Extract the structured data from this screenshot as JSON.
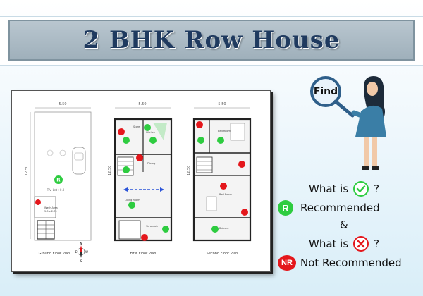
{
  "header": {
    "title": "2 BHK Row House"
  },
  "find_graphic": {
    "label": "Find"
  },
  "plans": {
    "ground": {
      "caption": "Ground Floor Plan",
      "dim_top": "5.50",
      "dim_side": "12.50",
      "center_badge": "R",
      "room_label": "T.V. Lnt : 0.0",
      "room_label2": "Wash Area",
      "room_dim": "5.0 x 2.70"
    },
    "first": {
      "caption": "First Floor Plan",
      "dim_top": "5.50",
      "dim_side": "12.50",
      "badges": [
        "NR",
        "R",
        "R",
        "R",
        "NR",
        "R",
        "R",
        "R",
        "NR"
      ],
      "labels": [
        "Store",
        "Kitchen",
        "Dining",
        "Living Room",
        "Verandah"
      ]
    },
    "second": {
      "caption": "Second Floor Plan",
      "dim_top": "5.50",
      "dim_side": "12.50",
      "badges": [
        "NR",
        "R",
        "R",
        "NR",
        "NR",
        "R"
      ],
      "labels": [
        "Bed Room",
        "Bed Room",
        "Balcony"
      ]
    },
    "compass": {
      "n": "N",
      "s": "S",
      "e": "E",
      "w": "W"
    }
  },
  "legend": {
    "what_is_1": "What is",
    "q1": "?",
    "r_badge": "R",
    "recommended": "Recommended",
    "amp": "&",
    "what_is_2": "What is",
    "q2": "?",
    "nr_badge": "NR",
    "not_recommended": "Not Recommended"
  },
  "colors": {
    "title_text": "#1f3a5f",
    "recommended": "#2ecc40",
    "not_recommended": "#e4171c",
    "arrow": "#2b54d8"
  }
}
